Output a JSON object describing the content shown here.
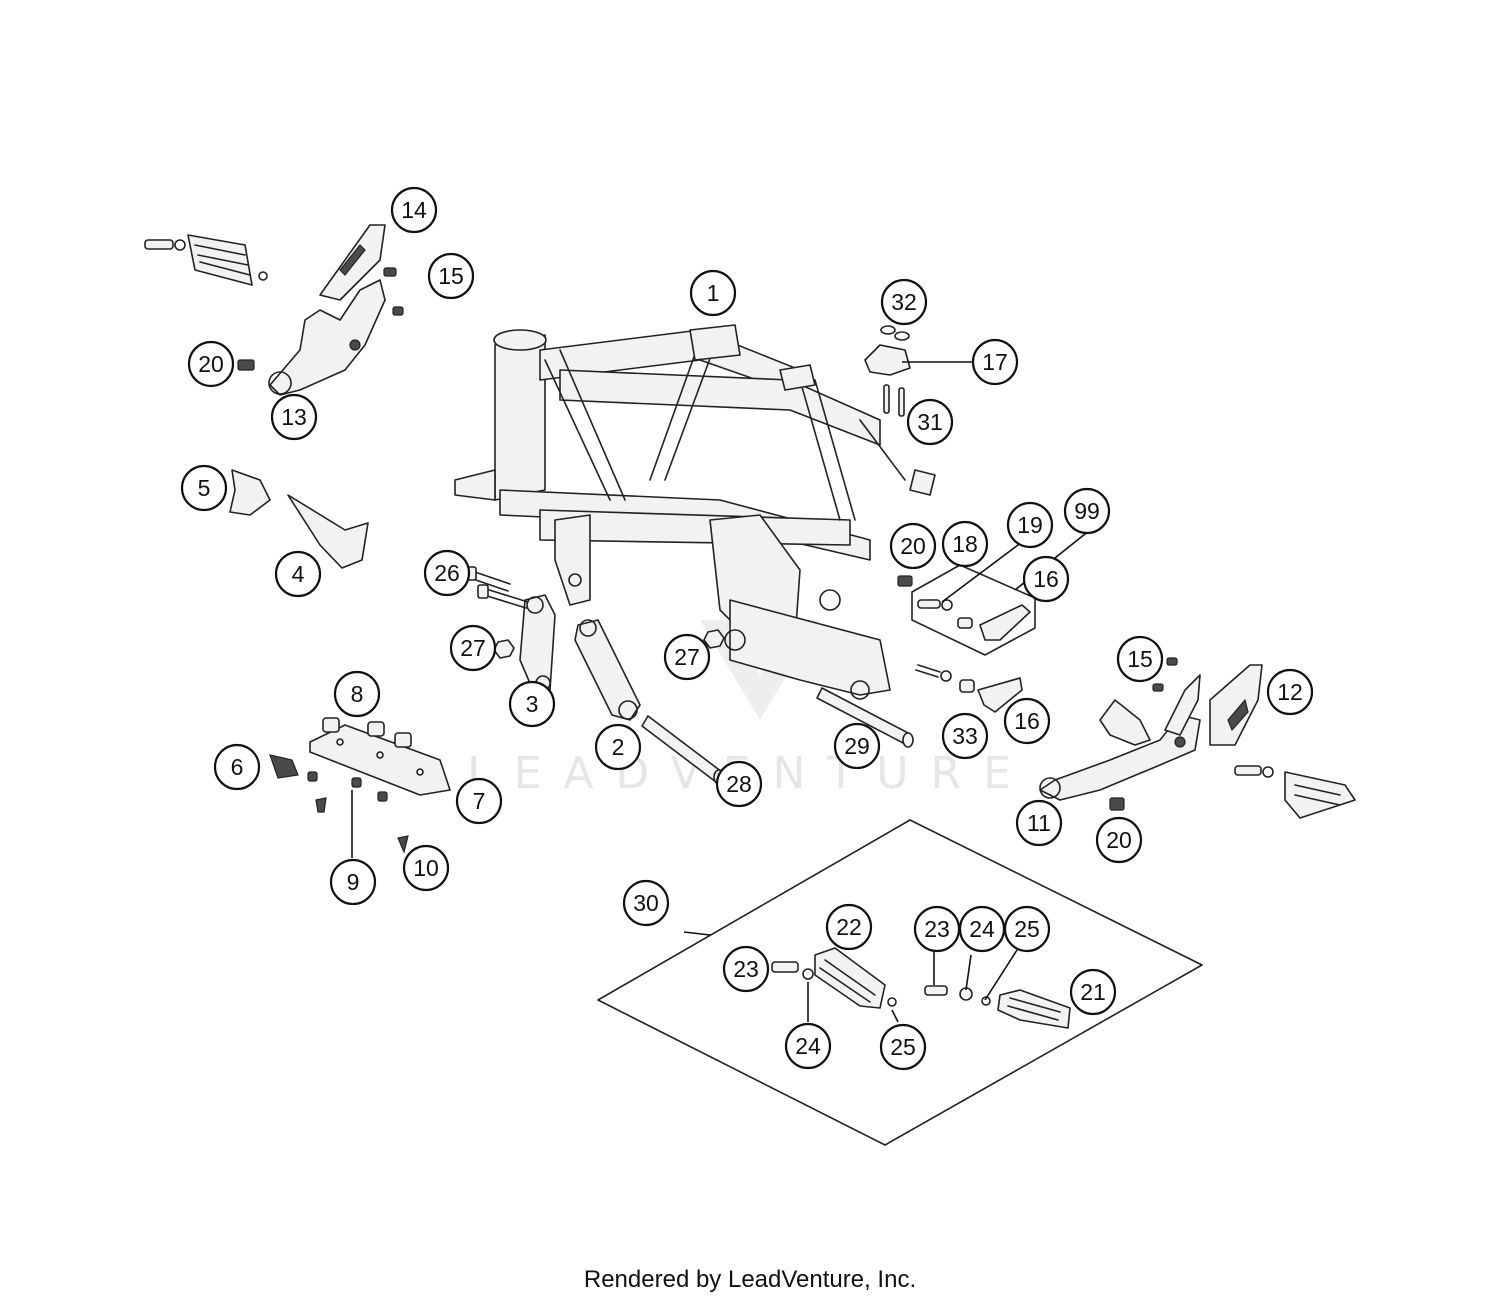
{
  "diagram": {
    "type": "exploded-parts-diagram",
    "subject": "motorcycle frame with footpegs and brackets",
    "watermark_text": "LEADVENTURE",
    "footer": "Rendered by LeadVenture, Inc.",
    "callouts": [
      "1",
      "2",
      "3",
      "4",
      "5",
      "6",
      "7",
      "8",
      "9",
      "10",
      "11",
      "12",
      "13",
      "14",
      "15",
      "15",
      "16",
      "16",
      "17",
      "18",
      "19",
      "20",
      "20",
      "20",
      "21",
      "22",
      "23",
      "23",
      "24",
      "24",
      "25",
      "25",
      "26",
      "27",
      "27",
      "28",
      "29",
      "30",
      "31",
      "32",
      "33",
      "99"
    ]
  }
}
